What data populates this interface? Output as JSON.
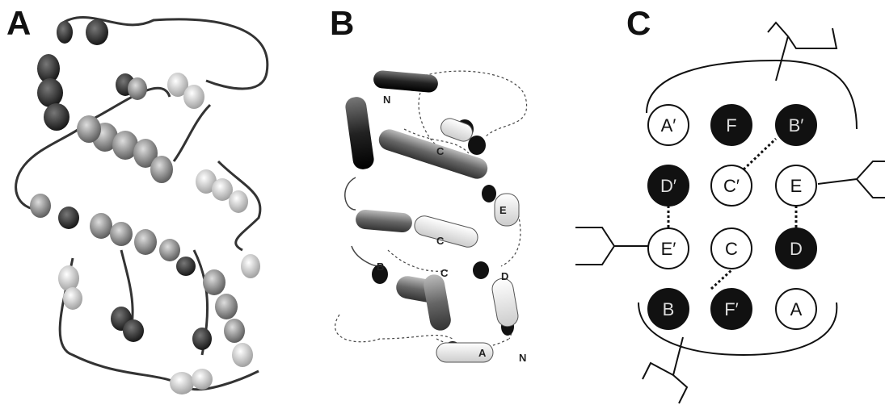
{
  "panels": {
    "a": {
      "label": "A"
    },
    "b": {
      "label": "B"
    },
    "c": {
      "label": "C"
    }
  },
  "panel_b_labels": {
    "n_top": "N",
    "n_bottom": "N",
    "c_upper": "C",
    "e": "E",
    "c_middle": "C",
    "c_lower": "C",
    "b": "B",
    "d": "D",
    "a": "A"
  },
  "panel_c": {
    "nodes": [
      {
        "id": "A_prime",
        "text": "A′",
        "fill": "white"
      },
      {
        "id": "F",
        "text": "F",
        "fill": "black"
      },
      {
        "id": "B_prime",
        "text": "B′",
        "fill": "black"
      },
      {
        "id": "D_prime",
        "text": "D′",
        "fill": "black"
      },
      {
        "id": "C_prime",
        "text": "C′",
        "fill": "white"
      },
      {
        "id": "E",
        "text": "E",
        "fill": "white"
      },
      {
        "id": "E_prime",
        "text": "E′",
        "fill": "white"
      },
      {
        "id": "C",
        "text": "C",
        "fill": "white"
      },
      {
        "id": "D",
        "text": "D",
        "fill": "black"
      },
      {
        "id": "B",
        "text": "B",
        "fill": "black"
      },
      {
        "id": "F_prime",
        "text": "F′",
        "fill": "black"
      },
      {
        "id": "A",
        "text": "A",
        "fill": "white"
      }
    ]
  },
  "colors": {
    "dark": "#111111",
    "mid": "#7a7a7a",
    "light": "#d8d8d8",
    "line": "#222222"
  }
}
